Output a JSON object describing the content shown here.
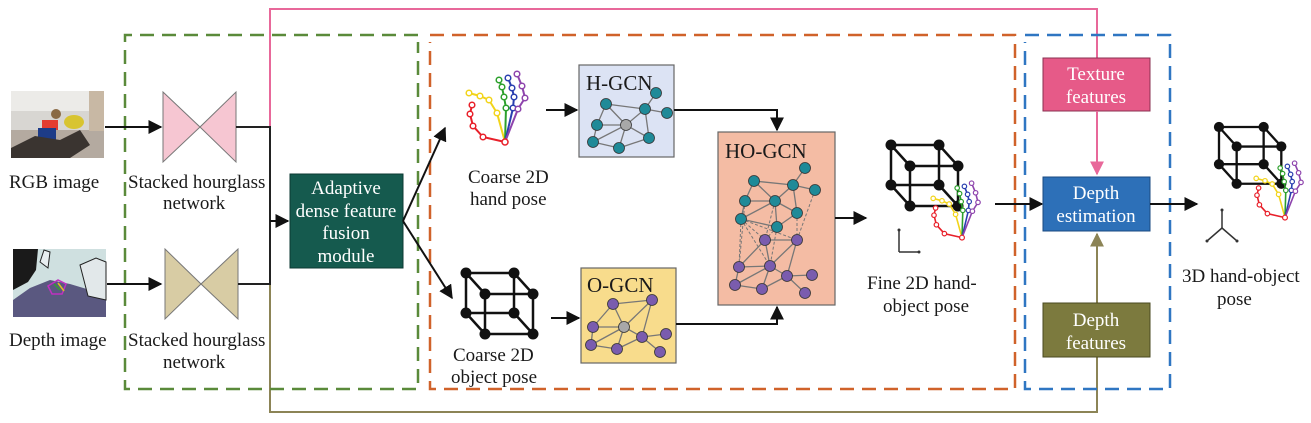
{
  "title": "Hand-object pose estimation pipeline",
  "colors": {
    "green_dash": "#5a8a3a",
    "orange_dash": "#d0622a",
    "blue_dash": "#2f76c2",
    "pink_line": "#e8689a",
    "olive_line": "#8c8456",
    "hourglass_rgb": "#f6c6d2",
    "hourglass_depth": "#d8cca4",
    "fusion_box": "#155a4e",
    "hgcn_box": "#dce3f4",
    "ogcn_box": "#f8dc8c",
    "hogcn_box": "#f4bca4",
    "texture_box": "#e65a88",
    "depth_est_box": "#2d70b8",
    "depth_feat_box": "#7c7a3e",
    "hand_node": "#1f8a98",
    "object_node": "#7a5cae",
    "center_node": "#a8a8a8"
  },
  "inputs": {
    "rgb_label": "RGB image",
    "depth_label": "Depth image"
  },
  "hourglass": {
    "rgb_label_line1": "Stacked hourglass",
    "rgb_label_line2": "network",
    "depth_label_line1": "Stacked hourglass",
    "depth_label_line2": "network"
  },
  "fusion": {
    "line1": "Adaptive",
    "line2": "dense feature",
    "line3": "fusion",
    "line4": "module"
  },
  "coarse_hand": {
    "line1": "Coarse 2D",
    "line2": "hand pose"
  },
  "coarse_object": {
    "line1": "Coarse 2D",
    "line2": "object pose"
  },
  "gcn": {
    "h_label": "H-GCN",
    "o_label": "O-GCN",
    "ho_label": "HO-GCN"
  },
  "fine_pose": {
    "line1": "Fine 2D hand-",
    "line2": "object pose"
  },
  "depth_module": {
    "texture_line1": "Texture",
    "texture_line2": "features",
    "estimation_line1": "Depth",
    "estimation_line2": "estimation",
    "depth_feat_line1": "Depth",
    "depth_feat_line2": "features"
  },
  "output": {
    "line1": "3D hand-object",
    "line2": "pose"
  },
  "finger_colors": [
    "#e8202a",
    "#f2d41a",
    "#2ca02c",
    "#2a3fb0",
    "#8e44ad"
  ]
}
